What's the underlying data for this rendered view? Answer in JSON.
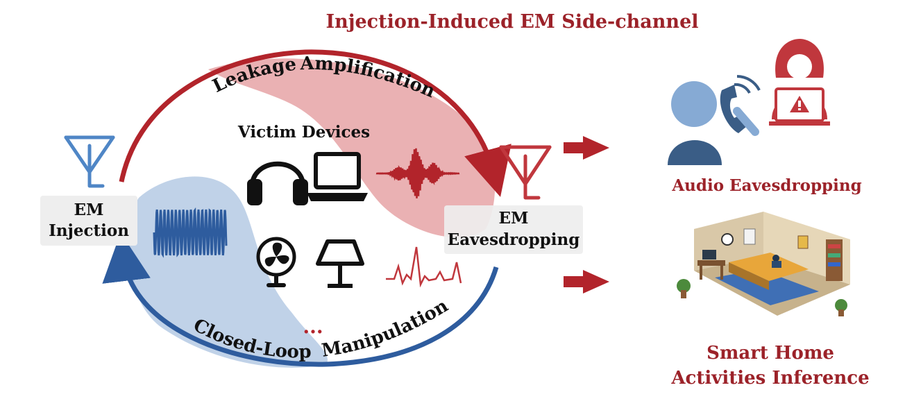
{
  "title": "Injection-Induced EM Side-channel",
  "loop": {
    "top_word_1": "Leakage",
    "top_word_2": "Amplification",
    "bottom_word_1": "Closed-Loop",
    "bottom_word_2": "Manipulation",
    "center_heading": "Victim Devices",
    "ellipsis": "..."
  },
  "nodes": {
    "injection_line1": "EM",
    "injection_line2": "Injection",
    "eavesdrop_line1": "EM",
    "eavesdrop_line2": "Eavesdropping"
  },
  "outcomes": {
    "audio": "Audio Eavesdropping",
    "smart_home_line1": "Smart Home",
    "smart_home_line2": "Activities Inference"
  },
  "icons": [
    "antenna-icon",
    "headphones-icon",
    "laptop-icon",
    "fan-icon",
    "lamp-icon",
    "hacker-icon",
    "warning-icon",
    "listener-icon",
    "phone-icon",
    "bedroom-illustration"
  ],
  "colors": {
    "red": "#b2242b",
    "title_red": "#9c2229",
    "blue": "#2e5c9e",
    "light_blue": "#b9cde6",
    "light_red": "#e6a3a6",
    "user_blue": "#86aad4",
    "user_dark": "#3a5d86"
  }
}
